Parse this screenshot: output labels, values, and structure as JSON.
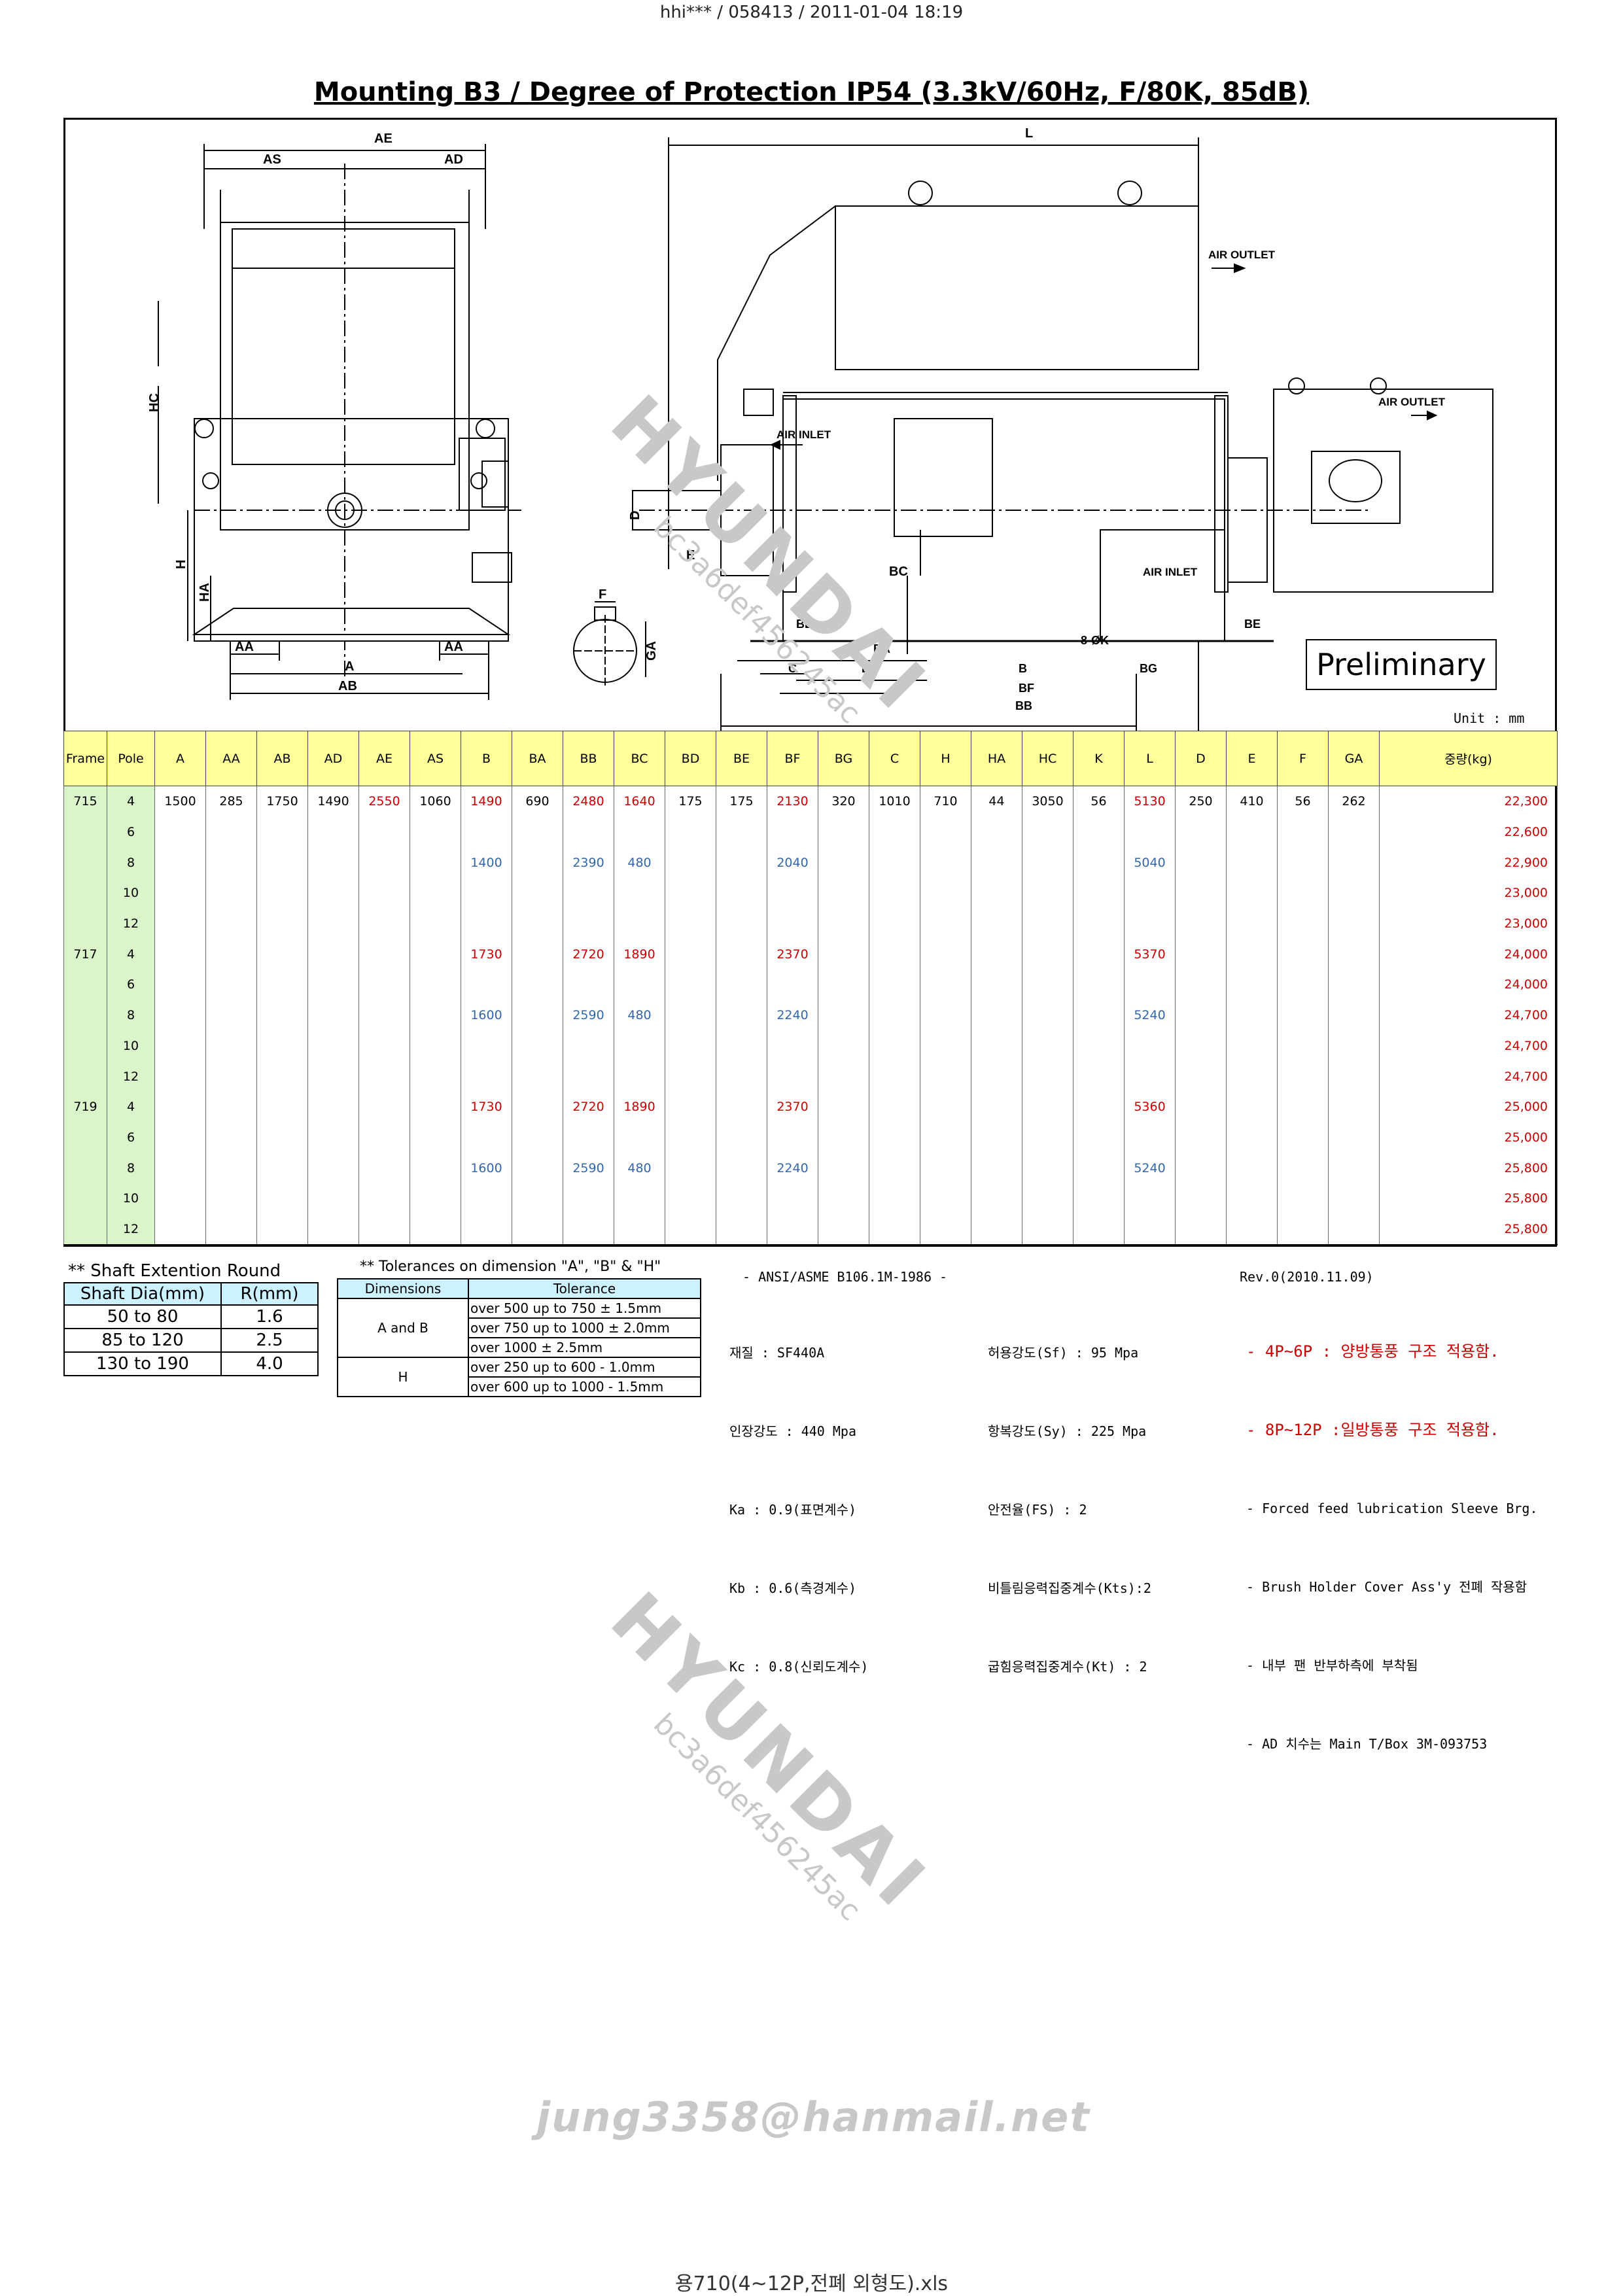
{
  "header": "hhi*** / 058413 / 2011-01-04 18:19",
  "title": "Mounting B3 / Degree of Protection IP54 (3.3kV/60Hz, F/80K, 85dB)",
  "drawing": {
    "labels": {
      "AE": "AE",
      "AS": "AS",
      "AD": "AD",
      "HC": "HC",
      "H": "H",
      "HA": "HA",
      "AA": "AA",
      "A": "A",
      "AB": "AB",
      "F": "F",
      "GA": "GA",
      "D": "D",
      "E": "E",
      "L": "L",
      "air_outlet": "AIR OUTLET",
      "air_inlet": "AIR INLET",
      "BC": "BC",
      "BD": "BD",
      "BA": "BA",
      "BE": "BE",
      "K": "8-ØK",
      "BG": "BG",
      "C": "C",
      "B": "B",
      "BF": "BF",
      "BB": "BB"
    },
    "preliminary": "Preliminary",
    "unit": "Unit : mm"
  },
  "spec_table": {
    "headers": [
      "Frame",
      "Pole",
      "A",
      "AA",
      "AB",
      "AD",
      "AE",
      "AS",
      "B",
      "BA",
      "BB",
      "BC",
      "BD",
      "BE",
      "BF",
      "BG",
      "C",
      "H",
      "HA",
      "HC",
      "K",
      "L",
      "D",
      "E",
      "F",
      "GA",
      "중량(kg)"
    ],
    "rows": [
      {
        "frame": "715",
        "pole": "4",
        "cells": {
          "A": "1500",
          "AA": "285",
          "AB": "1750",
          "AD": "1490",
          "AE": "2550",
          "AS": "1060",
          "B": "1490",
          "BA": "690",
          "BB": "2480",
          "BC": "1640",
          "BD": "175",
          "BE": "175",
          "BF": "2130",
          "BG": "320",
          "C": "1010",
          "H": "710",
          "HA": "44",
          "HC": "3050",
          "K": "56",
          "L": "5130",
          "D": "250",
          "E": "410",
          "F": "56",
          "GA": "262"
        },
        "weight": "22,300"
      },
      {
        "frame": "",
        "pole": "6",
        "cells": {},
        "weight": "22,600"
      },
      {
        "frame": "",
        "pole": "8",
        "cells": {
          "B": "1400",
          "BB": "2390",
          "BC": "480",
          "BF": "2040",
          "L": "5040"
        },
        "weight": "22,900"
      },
      {
        "frame": "",
        "pole": "10",
        "cells": {},
        "weight": "23,000"
      },
      {
        "frame": "",
        "pole": "12",
        "cells": {},
        "weight": "23,000"
      },
      {
        "frame": "717",
        "pole": "4",
        "cells": {
          "B": "1730",
          "BB": "2720",
          "BC": "1890",
          "BF": "2370",
          "L": "5370"
        },
        "weight": "24,000"
      },
      {
        "frame": "",
        "pole": "6",
        "cells": {},
        "weight": "24,000"
      },
      {
        "frame": "",
        "pole": "8",
        "cells": {
          "B": "1600",
          "BB": "2590",
          "BC": "480",
          "BF": "2240",
          "L": "5240"
        },
        "weight": "24,700"
      },
      {
        "frame": "",
        "pole": "10",
        "cells": {},
        "weight": "24,700"
      },
      {
        "frame": "",
        "pole": "12",
        "cells": {},
        "weight": "24,700"
      },
      {
        "frame": "719",
        "pole": "4",
        "cells": {
          "B": "1730",
          "BB": "2720",
          "BC": "1890",
          "BF": "2370",
          "L": "5360"
        },
        "weight": "25,000"
      },
      {
        "frame": "",
        "pole": "6",
        "cells": {},
        "weight": "25,000"
      },
      {
        "frame": "",
        "pole": "8",
        "cells": {
          "B": "1600",
          "BB": "2590",
          "BC": "480",
          "BF": "2240",
          "L": "5240"
        },
        "weight": "25,800"
      },
      {
        "frame": "",
        "pole": "10",
        "cells": {},
        "weight": "25,800"
      },
      {
        "frame": "",
        "pole": "12",
        "cells": {},
        "weight": "25,800"
      }
    ],
    "colors": {
      "red": "#cc0000",
      "blue": "#3366aa",
      "header_bg": "#ffff99",
      "frame_bg": "#d9f5c9"
    }
  },
  "shaft": {
    "title": "** Shaft Extention Round",
    "headers": [
      "Shaft Dia(mm)",
      "R(mm)"
    ],
    "rows": [
      [
        "50 to 80",
        "1.6"
      ],
      [
        "85 to 120",
        "2.5"
      ],
      [
        "130 to 190",
        "4.0"
      ]
    ]
  },
  "tolerance": {
    "title": "** Tolerances on dimension \"A\", \"B\" & \"H\"",
    "headers": [
      "Dimensions",
      "Tolerance"
    ],
    "ab_label": "A and B",
    "ab_rows": [
      "over 500 up to 750  ± 1.5mm",
      "over 750 up to 1000 ± 2.0mm",
      "over 1000  ± 2.5mm"
    ],
    "h_label": "H",
    "h_rows": [
      "over 250 up to 600  - 1.0mm",
      "over 600 up to 1000  - 1.5mm"
    ]
  },
  "material_notes": {
    "standard": "- ANSI/ASME B106.1M-1986 -",
    "left": [
      "재질 : SF440A",
      "인장강도 : 440 Mpa",
      "Ka : 0.9(표면계수)",
      "Kb : 0.6(측경계수)",
      "Kc : 0.8(신뢰도계수)"
    ],
    "right": [
      "허용강도(Sf) : 95 Mpa",
      "항복강도(Sy) : 225 Mpa",
      "안전율(FS) : 2",
      "비틀림응력집중계수(Kts):2",
      "굽힘응력집중계수(Kt) : 2"
    ]
  },
  "remarks": {
    "rev": "Rev.0(2010.11.09)",
    "red_lines": [
      "- 4P~6P : 양방통풍 구조 적용함.",
      "- 8P~12P :일방통풍 구조 적용함."
    ],
    "lines": [
      "- Forced feed lubrication Sleeve Brg.",
      "- Brush Holder Cover Ass'y 전폐 작용함",
      "- 내부 팬 반부하측에 부착됨",
      "- AD 치수는 Main T/Box 3M-093753"
    ]
  },
  "watermark": {
    "brand": "HYUNDAI",
    "code": "bc3a6def456245ac"
  },
  "email": "jung3358@hanmail.net",
  "footer": "용710(4~12P,전폐 외형도).xls"
}
